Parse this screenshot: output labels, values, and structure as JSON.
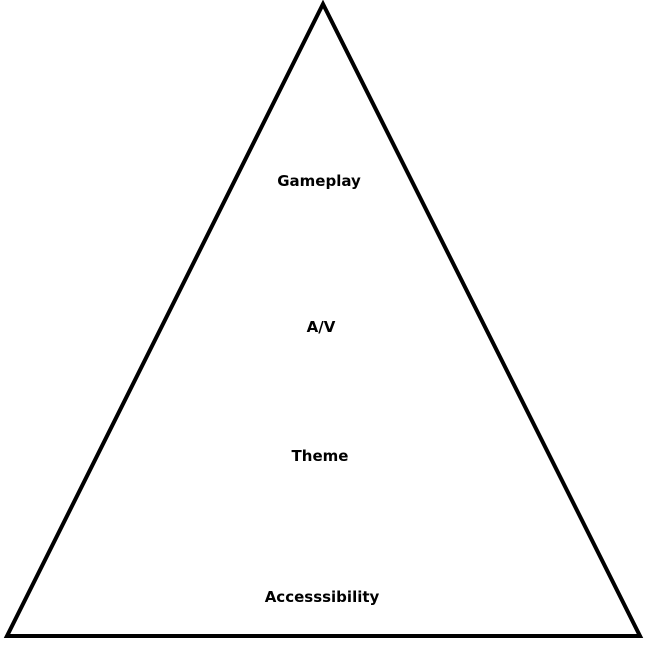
{
  "pyramid": {
    "stroke_color": "#000000",
    "fill_color": "#ffffff",
    "tiers": [
      {
        "label": "Gameplay"
      },
      {
        "label": "A/V"
      },
      {
        "label": "Theme"
      },
      {
        "label": "Accesssibility"
      }
    ]
  }
}
